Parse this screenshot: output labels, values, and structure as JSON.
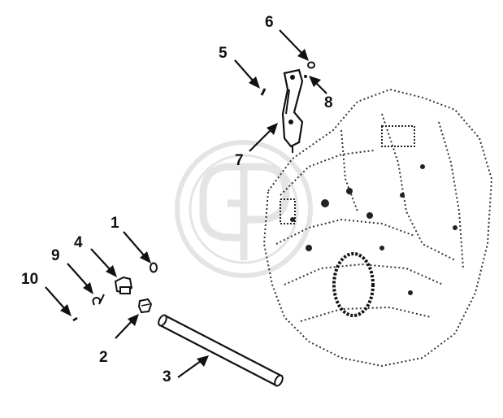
{
  "colors": {
    "ink": "#111111",
    "watermark": "#cfcfcf",
    "background": "#ffffff"
  },
  "watermark": {
    "name": "gp-logo-watermark"
  },
  "callouts": [
    {
      "label": "1",
      "part": "o-ring"
    },
    {
      "label": "2",
      "part": "plug"
    },
    {
      "label": "3",
      "part": "tube"
    },
    {
      "label": "4",
      "part": "fitting"
    },
    {
      "label": "5",
      "part": "pin"
    },
    {
      "label": "6",
      "part": "o-ring"
    },
    {
      "label": "7",
      "part": "bracket"
    },
    {
      "label": "8",
      "part": "small-ring"
    },
    {
      "label": "9",
      "part": "clip"
    },
    {
      "label": "10",
      "part": "small-pin"
    }
  ]
}
